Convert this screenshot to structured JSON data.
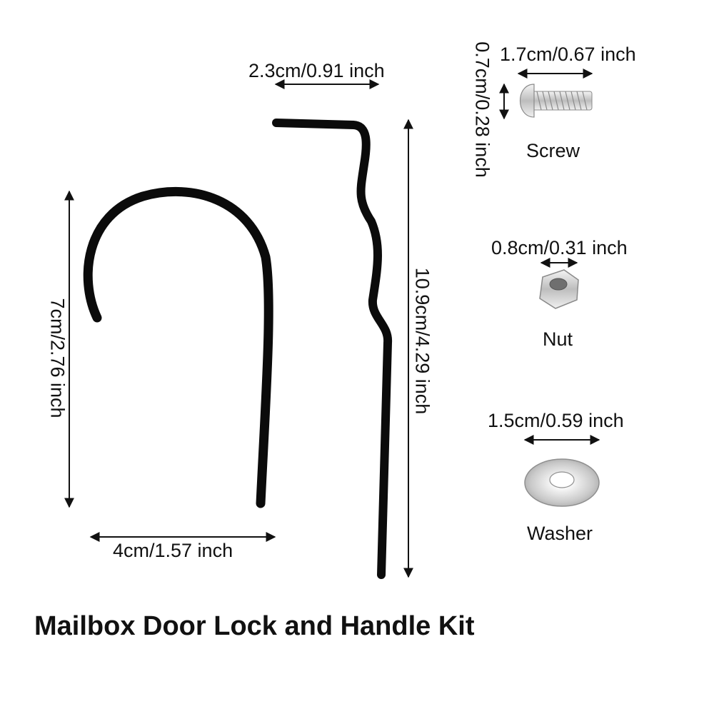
{
  "title": "Mailbox Door Lock and Handle Kit",
  "colors": {
    "part": "#0b0b0b",
    "metal_light": "#e8e8e8",
    "metal_dark": "#9a9a9a",
    "text": "#111111"
  },
  "parts": {
    "handle": {
      "height_label": "7cm/2.76 inch",
      "width_label": "4cm/1.57 inch"
    },
    "latch": {
      "top_width_label": "2.3cm/0.91 inch",
      "height_label": "10.9cm/4.29 inch"
    },
    "screw": {
      "name": "Screw",
      "length_label": "1.7cm/0.67 inch",
      "diameter_label": "0.7cm/0.28 inch"
    },
    "nut": {
      "name": "Nut",
      "size_label": "0.8cm/0.31 inch"
    },
    "washer": {
      "name": "Washer",
      "size_label": "1.5cm/0.59 inch"
    }
  }
}
